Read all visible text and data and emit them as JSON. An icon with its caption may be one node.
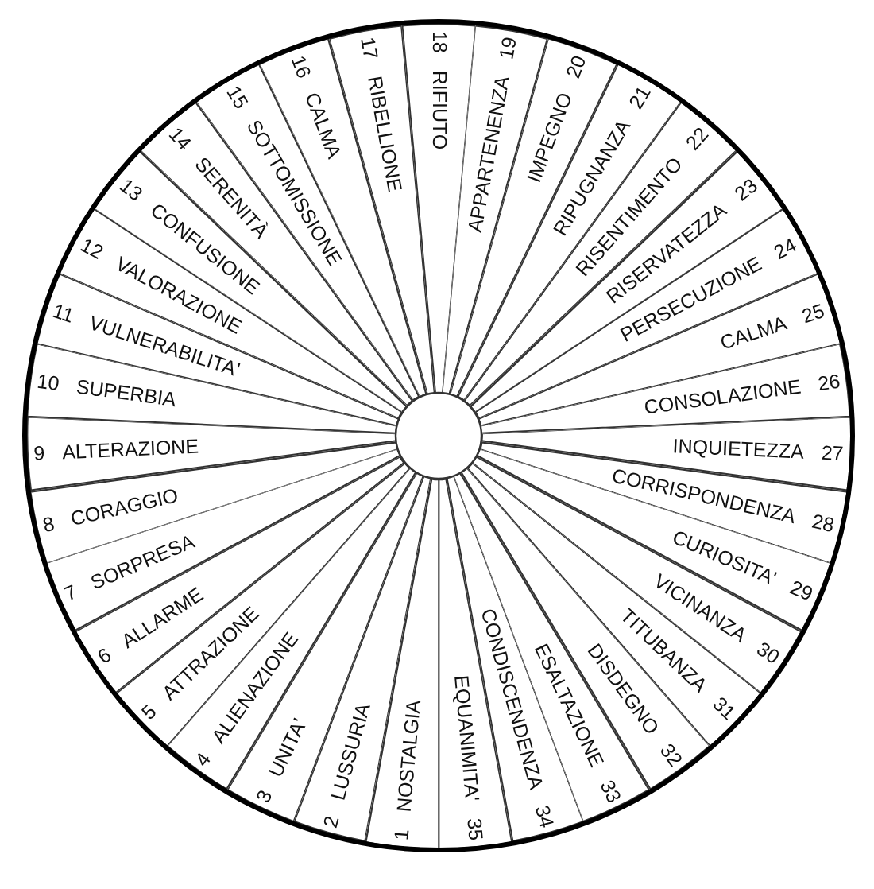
{
  "diagram": {
    "nodes": [
      {
        "text": [
          "1",
          "NOSTALGIA"
        ]
      },
      {
        "text": [
          "2",
          "LUSSURIA"
        ]
      },
      {
        "text": [
          "3",
          "UNITA'"
        ]
      },
      {
        "text": [
          "4",
          "ALIENAZIONE"
        ]
      },
      {
        "text": [
          "5",
          "ATTRAZIONE"
        ]
      },
      {
        "text": [
          "6",
          "ALLARME"
        ]
      },
      {
        "text": [
          "7",
          "SORPRESA"
        ]
      },
      {
        "text": [
          "8",
          "CORAGGIO"
        ]
      },
      {
        "text": [
          "9",
          "ALTERAZIONE"
        ]
      },
      {
        "text": [
          "10",
          "SUPERBIA"
        ]
      },
      {
        "text": [
          "11",
          "VULNERABILITA'"
        ]
      },
      {
        "text": [
          "12",
          "VALORAZIONE"
        ]
      },
      {
        "text": [
          "13",
          "CONFUSIONE"
        ]
      },
      {
        "text": [
          "14",
          "SERENITÀ"
        ]
      },
      {
        "text": [
          "15",
          "SOTTOMISSIONE"
        ]
      },
      {
        "text": [
          "16",
          "CALMA"
        ]
      },
      {
        "text": [
          "17",
          "RIBELLIONE"
        ]
      },
      {
        "text": [
          "18",
          "RIFIUTO"
        ]
      },
      {
        "text": [
          "19",
          "APPARTENENZA"
        ]
      },
      {
        "text": [
          "20",
          "IMPEGNO"
        ]
      },
      {
        "text": [
          "21",
          "RIPUGNANZA"
        ]
      },
      {
        "text": [
          "22",
          "RISENTIMENTO"
        ]
      },
      {
        "text": [
          "23",
          "RISERVATEZZA"
        ]
      },
      {
        "text": [
          "24",
          "PERSECUZIONE"
        ]
      },
      {
        "text": [
          "25",
          "CALMA"
        ]
      },
      {
        "text": [
          "26",
          "CONSOLAZIONE"
        ]
      },
      {
        "text": [
          "27",
          "INQUIETEZZA"
        ]
      },
      {
        "text": [
          "28",
          "CORRISPONDENZA"
        ]
      },
      {
        "text": [
          "29",
          "CURIOSITA'"
        ]
      },
      {
        "text": [
          "30",
          "VICINANZA"
        ]
      },
      {
        "text": [
          "31",
          "TITUBANZA"
        ]
      },
      {
        "text": [
          "32",
          "DISDEGNO"
        ]
      },
      {
        "text": [
          "33",
          "ESALTAZIONE"
        ]
      },
      {
        "text": [
          "34",
          "CONDISCENDENZA"
        ]
      },
      {
        "text": [
          "35",
          "EQUANIMITA'"
        ]
      }
    ]
  }
}
